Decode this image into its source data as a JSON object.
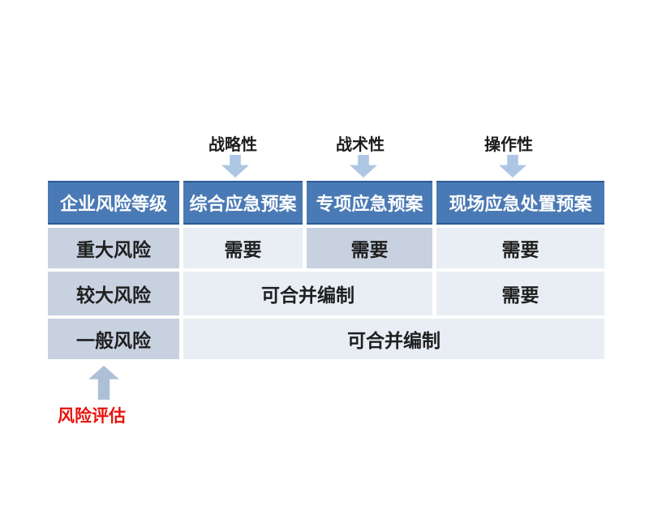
{
  "top_annotations": [
    {
      "label": "战略性"
    },
    {
      "label": "战术性"
    },
    {
      "label": "操作性"
    }
  ],
  "table": {
    "headers": [
      "企业风险等级",
      "综合应急预案",
      "专项应急预案",
      "现场应急处置预案"
    ],
    "rows": [
      {
        "level": "重大风险",
        "cells": [
          "需要",
          "需要",
          "需要"
        ]
      },
      {
        "level": "较大风险",
        "cells": [
          "可合并编制",
          "需要"
        ]
      },
      {
        "level": "一般风险",
        "cells": [
          "可合并编制"
        ]
      }
    ]
  },
  "bottom_annotation": {
    "label": "风险评估"
  },
  "colors": {
    "header_bg": "#4a7ab5",
    "header_border": "#2d5c96",
    "header_text": "#ffffff",
    "band_cell_bg": "#c7d1e0",
    "light_cell_bg": "#e9edf4",
    "cell_text": "#1f1f1f",
    "down_arrow": "#adc6e4",
    "up_arrow": "#aec0d8",
    "annotation_red": "#e8120c"
  }
}
